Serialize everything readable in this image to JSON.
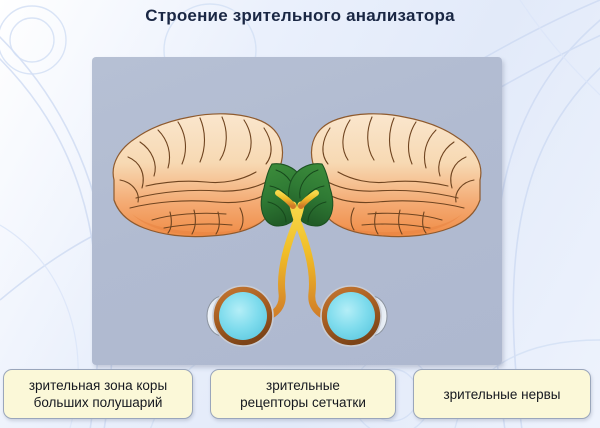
{
  "title": "Строение зрительного анализатора",
  "theme": {
    "background_start": "#ffffff",
    "background_end": "#e2eaf9",
    "title_color": "#1a2744",
    "panel_color": "#b1bbd1",
    "label_fill": "#fbf8d8",
    "label_border": "#9aa6bb",
    "brain_top_color": "#f6d8b4",
    "brain_bottom_color": "#f2904e",
    "visual_cortex_color": "#2f7a34",
    "optic_nerve_color": "#f2c12a",
    "optic_nerve_lower_color": "#d9822b",
    "eye_fill_color": "#7fdced",
    "eye_ring_color": "#9c5a20"
  },
  "diagram": {
    "name": "visual-analyzer-diagram",
    "parts": [
      {
        "id": "left-hemisphere",
        "label": "левое полушарие"
      },
      {
        "id": "right-hemisphere",
        "label": "правое полушарие"
      },
      {
        "id": "left-visual-cortex",
        "label": "зрительная зона коры"
      },
      {
        "id": "right-visual-cortex",
        "label": "зрительная зона коры"
      },
      {
        "id": "optic-chiasm",
        "label": "зрительный перекрёст"
      },
      {
        "id": "left-eye",
        "label": "левый глаз"
      },
      {
        "id": "right-eye",
        "label": "правый глаз"
      },
      {
        "id": "left-optic-nerve",
        "label": "зрительный нерв"
      },
      {
        "id": "right-optic-nerve",
        "label": "зрительный нерв"
      }
    ]
  },
  "labels": [
    {
      "text": "зрительная зона коры\nбольших полушарий",
      "name": "label-visual-cortex"
    },
    {
      "text": "зрительные\nрецепторы сетчатки",
      "name": "label-retina-receptors"
    },
    {
      "text": "зрительные нервы",
      "name": "label-optic-nerves"
    }
  ]
}
